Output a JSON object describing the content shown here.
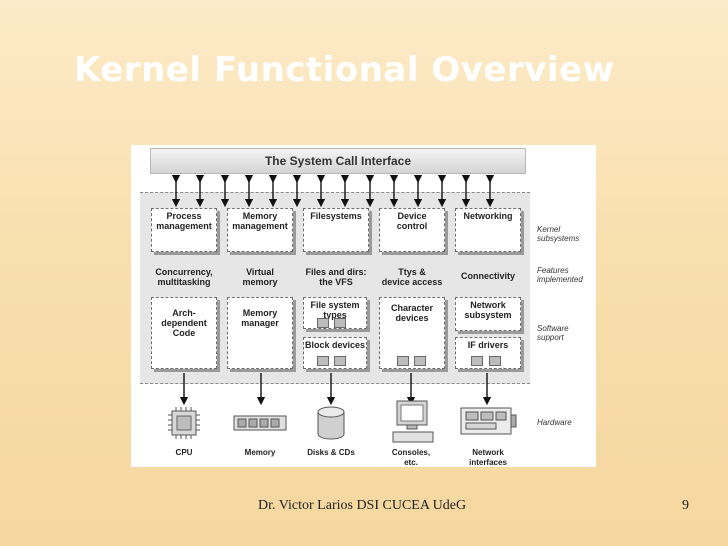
{
  "slide": {
    "title": "Kernel Functional Overview",
    "footer": "Dr. Victor Larios DSI CUCEA UdeG",
    "page_number": "9"
  },
  "diagram": {
    "system_call_interface": "The System Call Interface",
    "subsystems": [
      "Process\nmanagement",
      "Memory\nmanagement",
      "Filesystems",
      "Device\ncontrol",
      "Networking"
    ],
    "features": [
      "Concurrency,\nmultitasking",
      "Virtual\nmemory",
      "Files and dirs:\nthe VFS",
      "Ttys &\ndevice access",
      "Connectivity"
    ],
    "software_support": {
      "arch": "Arch-\ndependent\nCode",
      "memory_manager": "Memory\nmanager",
      "fs_types": "File system\ntypes",
      "block_devices": "Block devices",
      "char_devices": "Character\ndevices",
      "net_subsystem": "Network\nsubsystem",
      "if_drivers": "IF drivers"
    },
    "hardware": [
      "CPU",
      "Memory",
      "Disks & CDs",
      "Consoles,\netc.",
      "Network\ninterfaces"
    ],
    "side_labels": {
      "kernel": "Kernel\nsubsystems",
      "features": "Features\nimplemented",
      "software": "Software\nsupport",
      "hardware": "Hardware"
    }
  }
}
